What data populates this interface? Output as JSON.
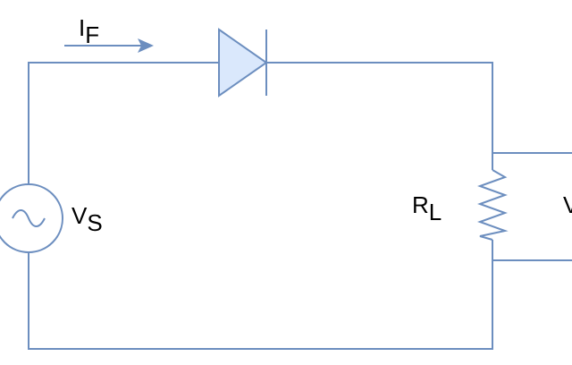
{
  "colors": {
    "wire": "#6c8ebf",
    "diode_fill": "#dae8fc",
    "text": "#000000"
  },
  "labels": {
    "current": {
      "main": "I",
      "sub": "F"
    },
    "source": {
      "main": "V",
      "sub": "S"
    },
    "resistor": {
      "main": "R",
      "sub": "L"
    },
    "output": {
      "main": "V"
    }
  },
  "components": [
    "ac-voltage-source",
    "diode",
    "load-resistor",
    "current-arrow",
    "output-terminals"
  ]
}
